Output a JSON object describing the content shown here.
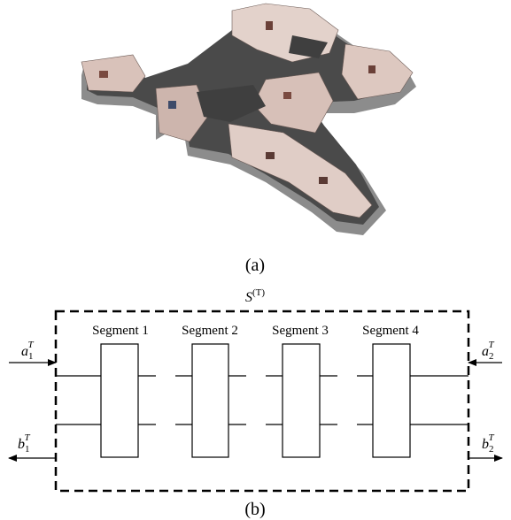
{
  "panel_a": {
    "caption": "(a)"
  },
  "panel_b": {
    "caption": "(b)",
    "system": {
      "base": "S",
      "sup": "(T)"
    },
    "segments": [
      "Segment 1",
      "Segment 2",
      "Segment 3",
      "Segment 4"
    ],
    "ports": {
      "a1": {
        "base": "a",
        "sub": "1",
        "sup": "T"
      },
      "b1": {
        "base": "b",
        "sub": "1",
        "sup": "T"
      },
      "a2": {
        "base": "a",
        "sub": "2",
        "sup": "T"
      },
      "b2": {
        "base": "b",
        "sub": "2",
        "sup": "T"
      }
    }
  },
  "colors": {
    "floor": "#4a4a4a",
    "wall_base": "#8c8c8c",
    "wall_interior": "#e8d9d2",
    "stroke": "#000000"
  }
}
